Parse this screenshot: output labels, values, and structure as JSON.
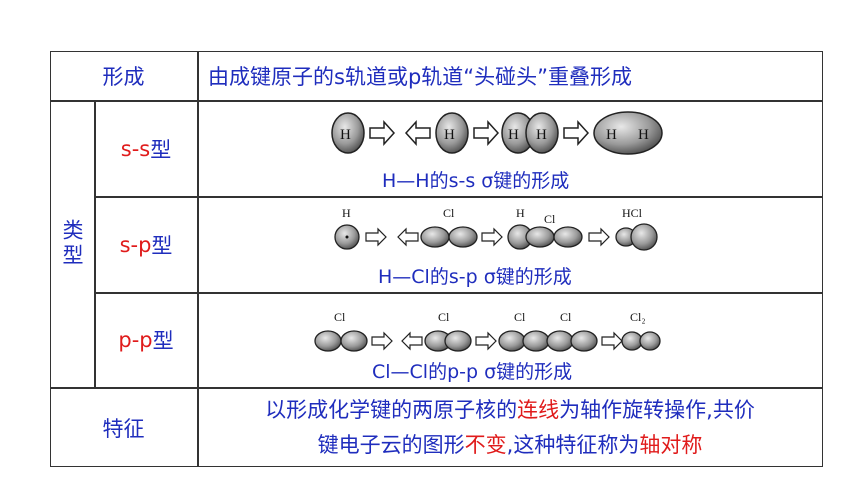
{
  "rows": {
    "formation": {
      "label": "形成",
      "text_pre": "由成键原子的s轨道或p轨道“",
      "text_red": "头碰头",
      "text_post": "”重叠形成"
    },
    "type": {
      "label": "类型",
      "ss": {
        "label_red": "s-s",
        "label_blue": "型",
        "caption": "H—H的s-s  σ键的形成",
        "atoms": [
          "H",
          "H",
          "H",
          "H",
          "H",
          "H"
        ]
      },
      "sp": {
        "label_red": "s-p",
        "label_blue": "型",
        "caption": "H—Cl的s-p  σ键的形成",
        "atoms": [
          "H",
          "Cl",
          "H",
          "Cl",
          "HCl"
        ]
      },
      "pp": {
        "label_red": "p-p",
        "label_blue": "型",
        "caption": "Cl—Cl的p-p  σ键的形成",
        "atoms": [
          "Cl",
          "Cl",
          "Cl",
          "Cl",
          "Cl₂"
        ]
      }
    },
    "feature": {
      "label": "特征",
      "line1_a": "以形成化学键的两原子核的",
      "line1_red": "连线",
      "line1_b": "为轴作旋转操作,共价",
      "line2_a": "键电子云的图形",
      "line2_red": "不变",
      "line2_b": ",这种特征称为",
      "line2_red2": "轴对称"
    }
  },
  "colors": {
    "blue": "#1f2dbd",
    "red": "#e01b1b",
    "border": "#333333",
    "orbital": "#8a8a8a"
  }
}
